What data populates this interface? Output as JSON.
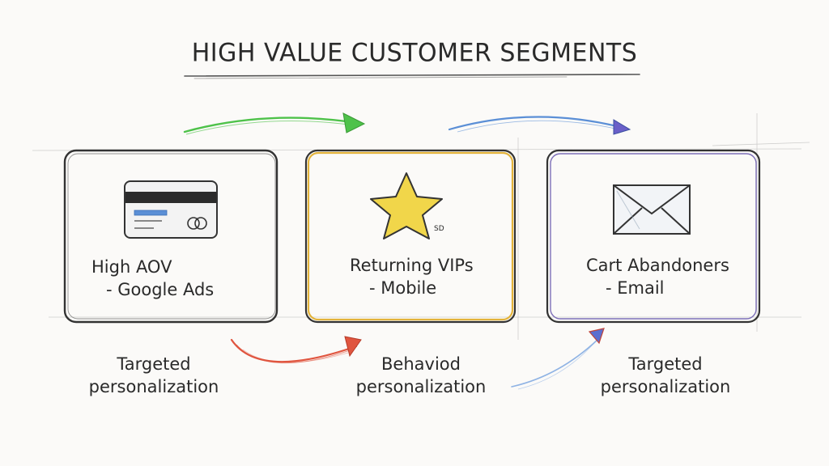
{
  "title": "HIGH VALUE CUSTOMER SEGMENTS",
  "cards": [
    {
      "line1": "High AOV",
      "line2": "- Google Ads",
      "icon": "credit-card-icon",
      "border": "#333333"
    },
    {
      "line1": "Returning VIPs",
      "line2": "- Mobile",
      "icon": "star-icon",
      "border": "#e3b33a",
      "icon_note": "SD"
    },
    {
      "line1": "Cart Abandoners",
      "line2": "- Email",
      "icon": "envelope-icon",
      "border": "#7d6fb8"
    }
  ],
  "captions": [
    {
      "line1": "Targeted",
      "line2": "personalization"
    },
    {
      "line1": "Behaviod",
      "line2": "personalization"
    },
    {
      "line1": "Targeted",
      "line2": "personalization"
    }
  ],
  "colors": {
    "green_arrow": "#4ec24a",
    "blue_arrow": "#5b8fd6",
    "red_arrow": "#e0553f",
    "star_fill": "#f1d64a",
    "purple_accent": "#9a7fd0"
  }
}
